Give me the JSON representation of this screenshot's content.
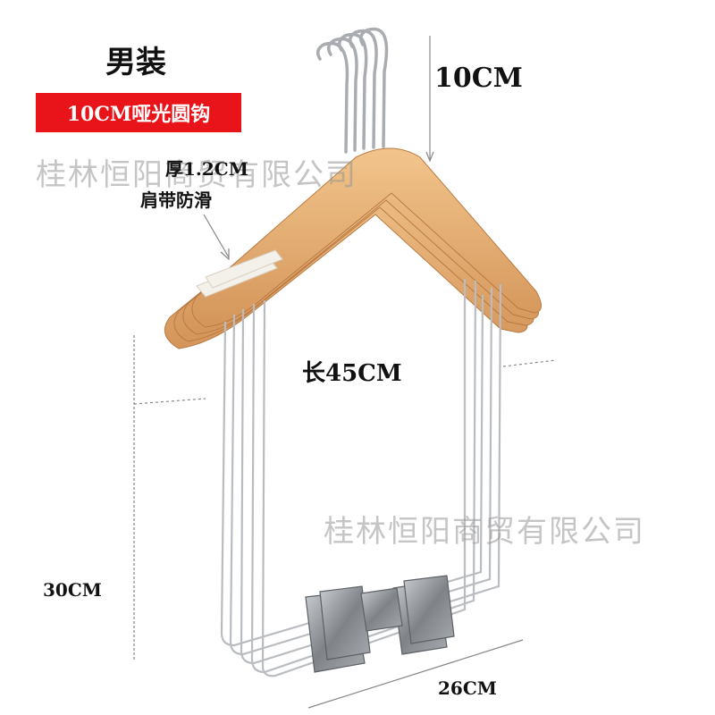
{
  "product": {
    "title": "男装",
    "hook_badge": "10CM哑光圆钩",
    "hook_size_label": "10CM",
    "thickness_line1": "厚1.2CM",
    "thickness_line2": "肩带防滑",
    "length_label": "长45CM",
    "height_label": "30CM",
    "width_label": "26CM"
  },
  "watermarks": [
    "桂林恒阳商贸有限公司",
    "桂林恒阳商贸有限公司"
  ],
  "colors": {
    "badge_red": "#e8141a",
    "wood": "#e3a866",
    "wire": "#b9bcc0",
    "clip": "#8a8d92"
  }
}
